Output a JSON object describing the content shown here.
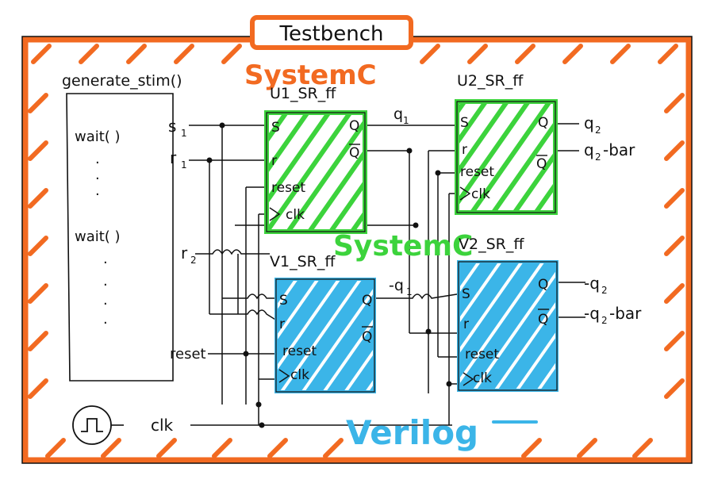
{
  "colors": {
    "testbench_border": "#f26a21",
    "systemc_green": "#3cd33c",
    "verilog_blue": "#3bb5e8",
    "ink": "#111111"
  },
  "testbench": {
    "title": "Testbench",
    "language_label": "SystemC"
  },
  "stimulus": {
    "title": "generate_stim()",
    "line1": "wait(  )",
    "line2": "wait(  )",
    "dots": ".",
    "s1": "s",
    "s1_sub": "1",
    "r1": "r",
    "r1_sub": "1",
    "r2": "r",
    "r2_sub": "2",
    "reset": "reset"
  },
  "clock": {
    "label": "clk",
    "symbol": "clock-generator"
  },
  "blocks": {
    "u1": {
      "name": "U1_SR_ff",
      "port_s": "S",
      "port_r": "r",
      "port_reset": "reset",
      "port_clk": "clk",
      "port_q": "Q",
      "port_qbar": "Q"
    },
    "u2": {
      "name": "U2_SR_ff",
      "port_s": "S",
      "port_r": "r",
      "port_reset": "reset",
      "port_clk": "clk",
      "port_q": "Q",
      "port_qbar": "Q",
      "out_q": "q",
      "out_q_sub": "2",
      "out_qbar": "q",
      "out_qbar_sub": "2",
      "out_qbar_suffix": "-bar"
    },
    "v1": {
      "name": "V1_SR_ff",
      "port_s": "S",
      "port_r": "r",
      "port_reset": "reset",
      "port_clk": "clk",
      "port_q": "Q",
      "port_qbar": "Q"
    },
    "v2": {
      "name": "V2_SR_ff",
      "port_s": "S",
      "port_r": "r",
      "port_reset": "reset",
      "port_clk": "clk",
      "port_q": "Q",
      "port_qbar": "Q",
      "out_q": "-q",
      "out_q_sub": "2",
      "out_qbar": "-q",
      "out_qbar_sub": "2",
      "out_qbar_suffix": "-bar"
    }
  },
  "signals": {
    "q1_top": "q",
    "q1_top_sub": "1",
    "q1_bottom": "-q",
    "q1_bottom_sub": "1"
  },
  "labels": {
    "systemc_middle": "SystemC",
    "verilog": "Verilog"
  }
}
